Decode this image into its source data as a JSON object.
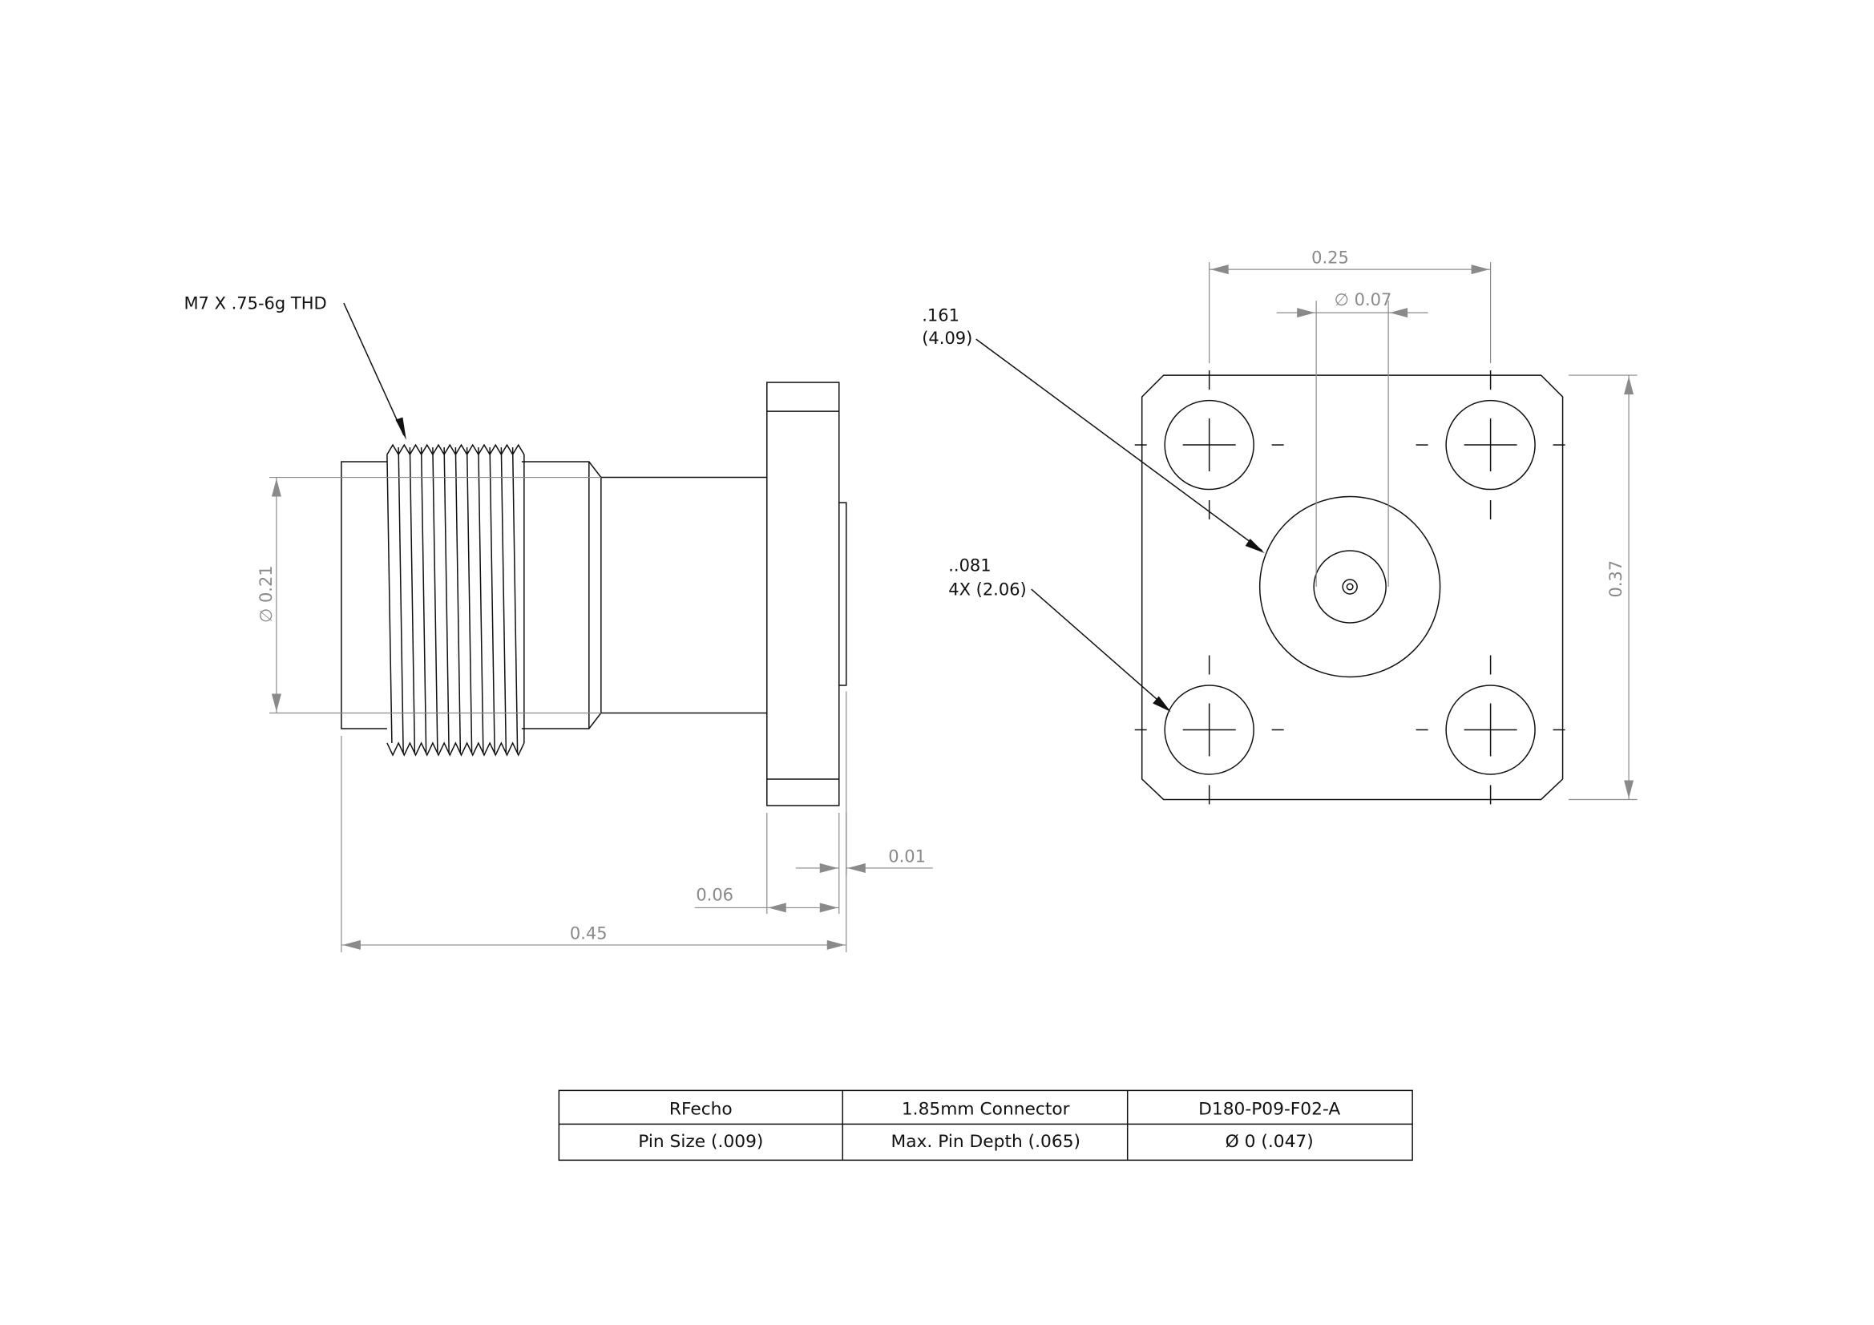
{
  "side_view": {
    "thread_callout": "M7 X .75-6g THD",
    "diameter_dim": "∅ 0.21",
    "overall_length_dim": "0.45",
    "flange_thickness_dim": "0.06",
    "tab_dim": "0.01"
  },
  "front_view": {
    "hole_spacing_dim": "0.25",
    "pin_diameter_dim": "∅ 0.07",
    "flange_height_dim": "0.37",
    "center_callout": {
      "line1": ".161",
      "line2": "(4.09)"
    },
    "hole_callout": {
      "line1": "..081",
      "line2": "4X (2.06)"
    }
  },
  "title_block": {
    "rows": [
      [
        "RFecho",
        "1.85mm Connector",
        "D180-P09-F02-A"
      ],
      [
        "Pin Size (.009)",
        "Max. Pin Depth (.065)",
        "Ø 0 (.047)"
      ]
    ]
  },
  "colors": {
    "line": "#111111",
    "dimension": "#8a8a8a"
  }
}
